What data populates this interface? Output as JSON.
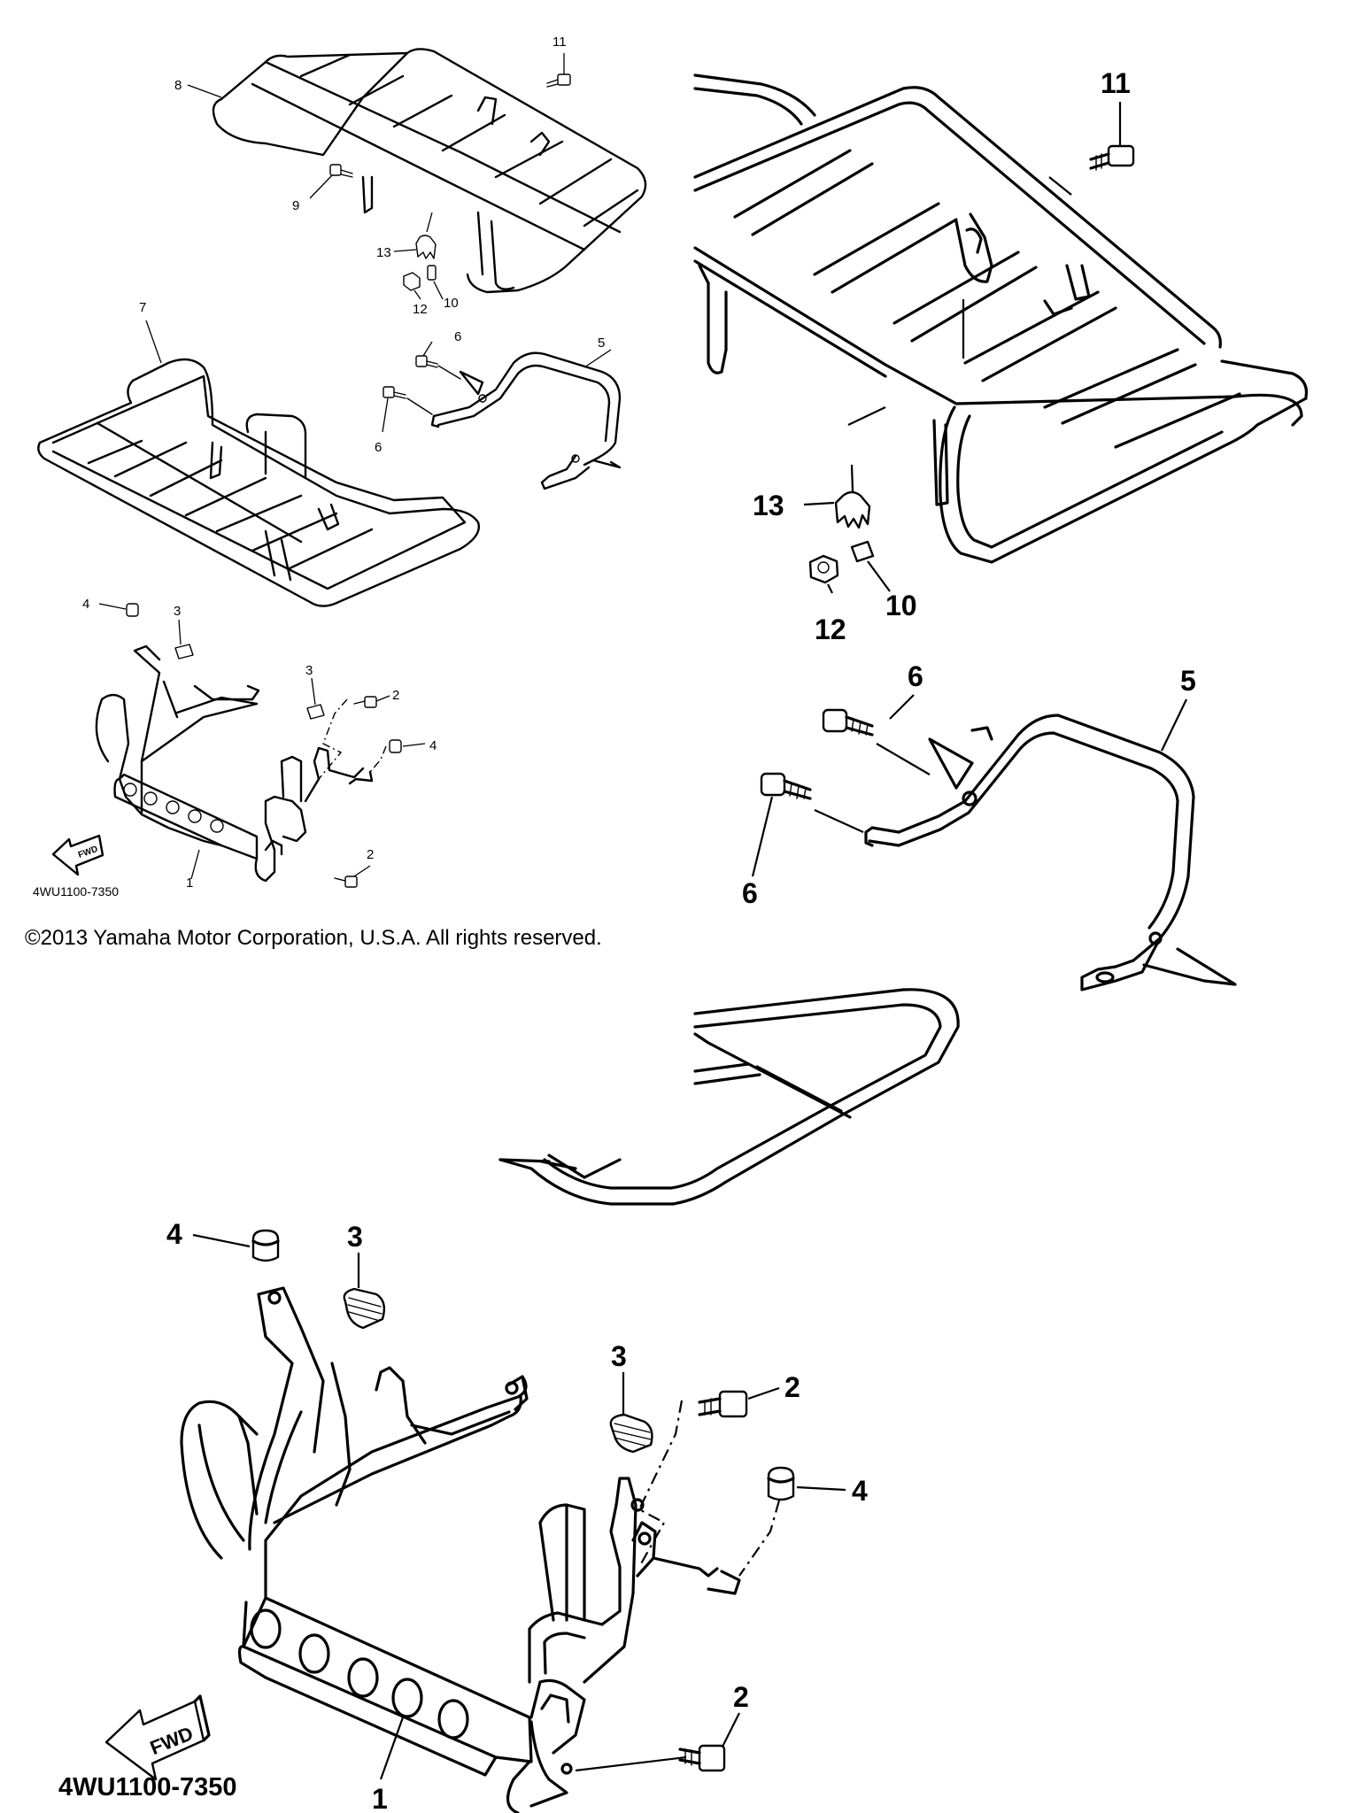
{
  "copyright": "©2013 Yamaha Motor Corporation, U.S.A. All rights reserved.",
  "drawing_code": "4WU1100-7350",
  "fwd_label": "FWD",
  "callouts": {
    "c1": "1",
    "c2": "2",
    "c3": "3",
    "c4": "4",
    "c5": "5",
    "c6": "6",
    "c7": "7",
    "c8": "8",
    "c9": "9",
    "c10": "10",
    "c11": "11",
    "c12": "12",
    "c13": "13"
  }
}
